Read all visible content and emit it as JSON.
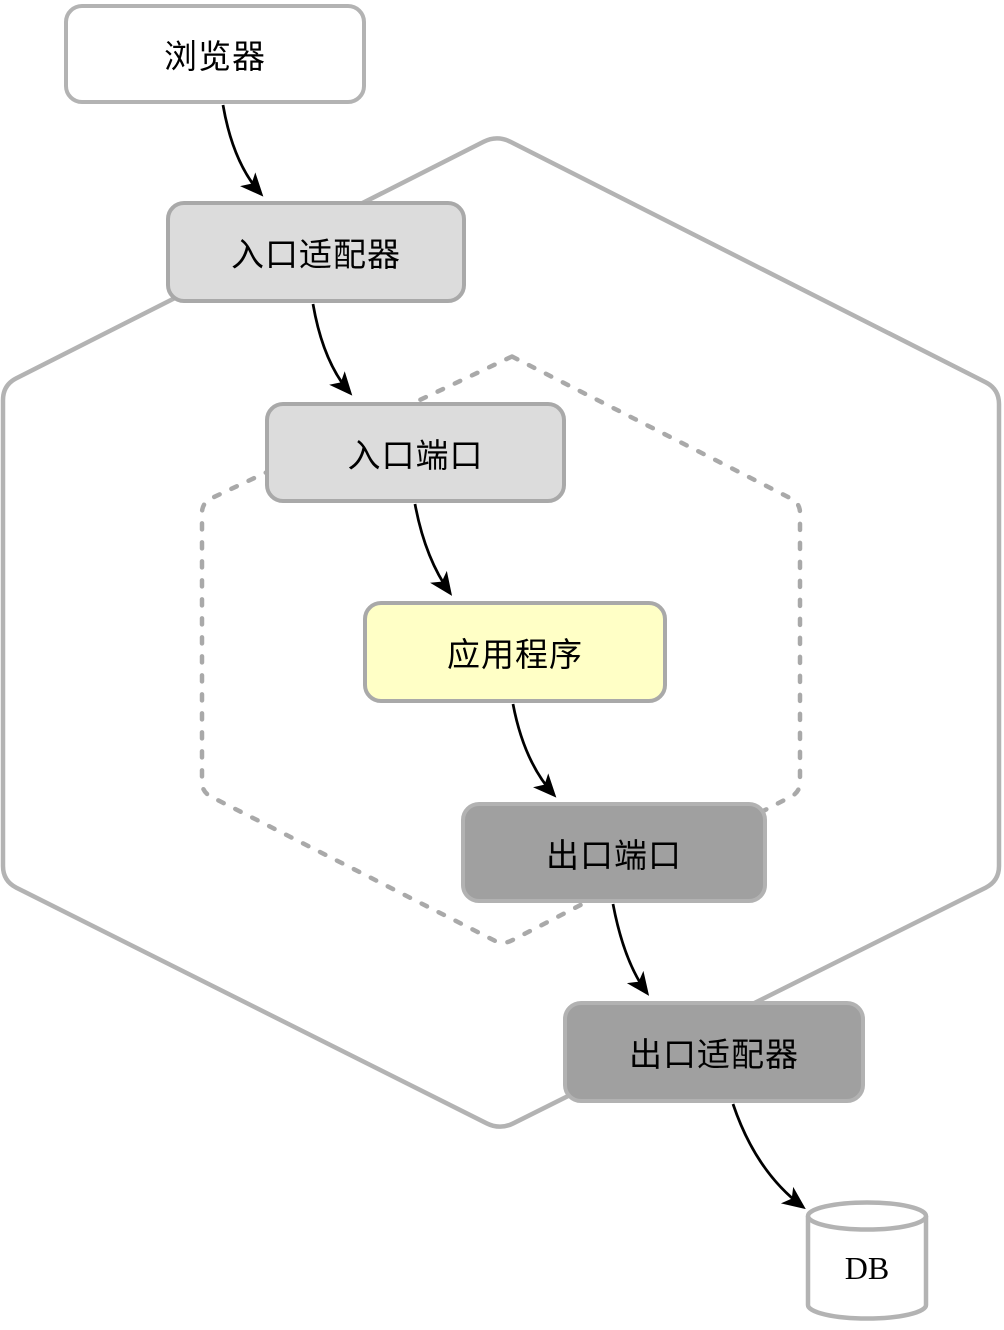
{
  "diagram": {
    "type": "hexagonal-architecture-flow",
    "boundaries": [
      {
        "name": "outer-hexagon",
        "style": "solid"
      },
      {
        "name": "inner-hexagon",
        "style": "dashed"
      }
    ]
  },
  "colors": {
    "background": "#ffffff",
    "boundary-stroke": "#b3b3b3",
    "inner-boundary-stroke": "#a9a9a9",
    "node-border": "#a9a9a9",
    "node-light-fill": "#dcdcdc",
    "node-dark-fill": "#a0a0a0",
    "node-yellow-fill": "#ffffc6",
    "node-white-fill": "#ffffff",
    "arrow-color": "#000000",
    "text-color": "#000000"
  },
  "nodes": [
    {
      "id": "browser",
      "label": "浏览器",
      "shape": "rounded-box",
      "fill": "white"
    },
    {
      "id": "inbound-adapter",
      "label": "入口适配器",
      "shape": "rounded-box",
      "fill": "light-gray"
    },
    {
      "id": "inbound-port",
      "label": "入口端口",
      "shape": "rounded-box",
      "fill": "light-gray"
    },
    {
      "id": "application",
      "label": "应用程序",
      "shape": "rounded-box",
      "fill": "yellow"
    },
    {
      "id": "outbound-port",
      "label": "出口端口",
      "shape": "rounded-box",
      "fill": "dark-gray"
    },
    {
      "id": "outbound-adapter",
      "label": "出口适配器",
      "shape": "rounded-box",
      "fill": "dark-gray"
    },
    {
      "id": "db",
      "label": "DB",
      "shape": "cylinder",
      "fill": "white"
    }
  ],
  "edges": [
    {
      "from": "browser",
      "to": "inbound-adapter"
    },
    {
      "from": "inbound-adapter",
      "to": "inbound-port"
    },
    {
      "from": "inbound-port",
      "to": "application"
    },
    {
      "from": "application",
      "to": "outbound-port"
    },
    {
      "from": "outbound-port",
      "to": "outbound-adapter"
    },
    {
      "from": "outbound-adapter",
      "to": "db"
    }
  ]
}
